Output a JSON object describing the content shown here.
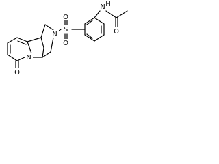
{
  "structure": {
    "atoms": {
      "amide_n": "N",
      "amide_h": "H",
      "carbonyl_o_acetyl": "O",
      "sulfonyl_s": "S",
      "sulfonyl_o_top": "O",
      "sulfonyl_o_bottom": "O",
      "bicyclic_n_sulfonamide": "N",
      "pyridone_n": "N",
      "pyridone_o": "O"
    }
  },
  "colors": {
    "bond": "#000000",
    "text": "#000000",
    "background": "#ffffff"
  }
}
